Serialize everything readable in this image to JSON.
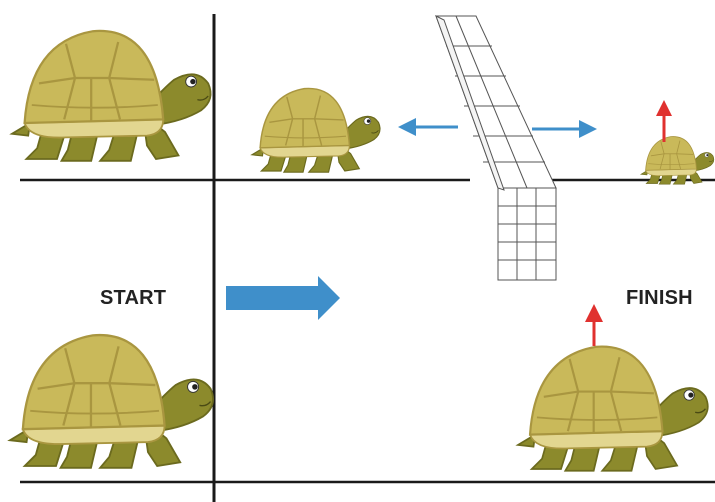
{
  "labels": {
    "start": "START",
    "finish": "FINISH"
  },
  "colors": {
    "shell": "#c9b95a",
    "shell_dark": "#a99640",
    "shell_rim": "#e2d690",
    "skin": "#8c8a2c",
    "skin_dark": "#6b6a1e",
    "line": "#1a1a1a",
    "blue_arrow": "#3f8fca",
    "red_arrow": "#e0312f",
    "grid": "#555555"
  },
  "icons": {
    "tortoise": "tortoise-illustration",
    "barrier": "wire-cage-barrier",
    "move_arrow": "right-arrow",
    "split_arrow": "double-headed-arrow",
    "raise_arrow": "up-arrow"
  }
}
